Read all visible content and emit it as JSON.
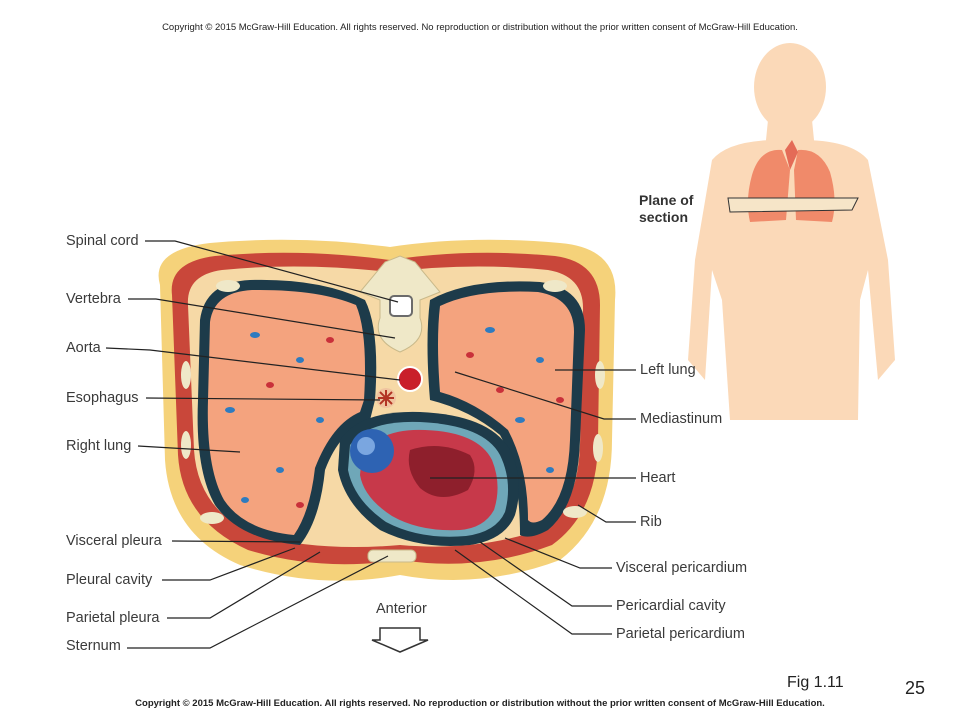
{
  "copyright_top": "Copyright © 2015 McGraw-Hill Education. All rights reserved. No reproduction or distribution without the prior written consent of McGraw-Hill Education.",
  "copyright_bottom": "Copyright © 2015 McGraw-Hill Education. All rights reserved. No reproduction or distribution without the prior written consent of McGraw-Hill Education.",
  "plane_label": {
    "line1": "Plane of",
    "line2": "section"
  },
  "labels_left": {
    "spinal_cord": "Spinal cord",
    "vertebra": "Vertebra",
    "aorta": "Aorta",
    "esophagus": "Esophagus",
    "right_lung": "Right lung",
    "visceral_pleura": "Visceral pleura",
    "pleural_cavity": "Pleural cavity",
    "parietal_pleura": "Parietal pleura",
    "sternum": "Sternum"
  },
  "labels_right": {
    "left_lung": "Left lung",
    "mediastinum": "Mediastinum",
    "heart": "Heart",
    "rib": "Rib",
    "visceral_pericardium": "Visceral pericardium",
    "pericardial_cavity": "Pericardial cavity",
    "parietal_pericardium": "Parietal pericardium"
  },
  "anterior_label": "Anterior",
  "figure_label": "Fig 1.11",
  "page_number": "25",
  "colors": {
    "skin": "#fbd9b8",
    "lung": "#f4a37e",
    "muscle": "#c9473a",
    "fat": "#f5d27a",
    "pleura": "#1d3b4a",
    "bone": "#efe8c8"
  }
}
